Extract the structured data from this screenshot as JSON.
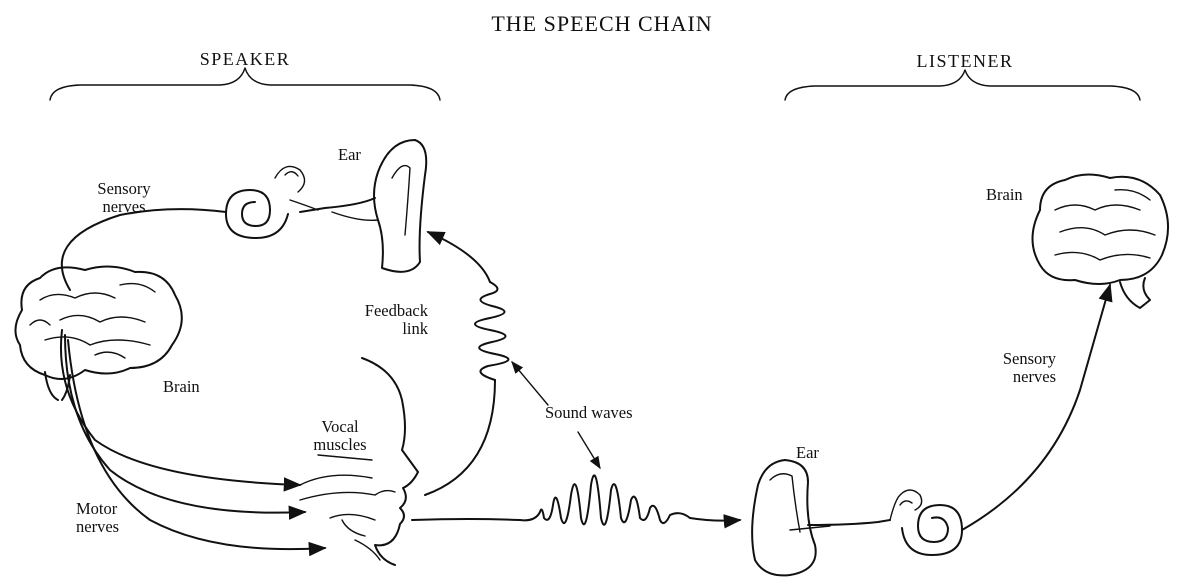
{
  "title": "THE SPEECH CHAIN",
  "speaker_heading": "SPEAKER",
  "listener_heading": "LISTENER",
  "speaker": {
    "ear": "Ear",
    "sensory_nerves": [
      "Sensory",
      "nerves"
    ],
    "brain": "Brain",
    "feedback_link": [
      "Feedback",
      "link"
    ],
    "vocal_muscles": [
      "Vocal",
      "muscles"
    ],
    "motor_nerves": [
      "Motor",
      "nerves"
    ]
  },
  "middle": {
    "sound_waves": "Sound waves"
  },
  "listener": {
    "brain": "Brain",
    "sensory_nerves": [
      "Sensory",
      "nerves"
    ],
    "ear": "Ear"
  }
}
